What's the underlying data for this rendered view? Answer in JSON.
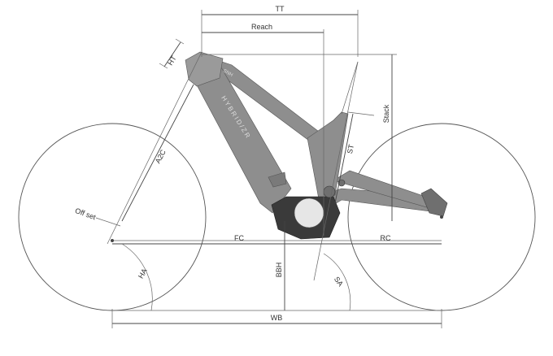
{
  "labels": {
    "tt": "TT",
    "reach": "Reach",
    "ht": "HT",
    "stack": "Stack",
    "st": "ST",
    "a2c": "A2C",
    "offset": "Off set",
    "fc": "FC",
    "rc": "RC",
    "ha": "HA",
    "bbh": "BBH",
    "sa": "SA",
    "wb": "WB"
  },
  "frame_text": {
    "downtube": "HYBRID/ZR",
    "headtube_badge": "SNH"
  },
  "colors": {
    "frame": "#8e8e8e",
    "frame_shade": "#7a7a7a",
    "motor": "#3a3a3a",
    "highlight": "#e6e6e6"
  }
}
